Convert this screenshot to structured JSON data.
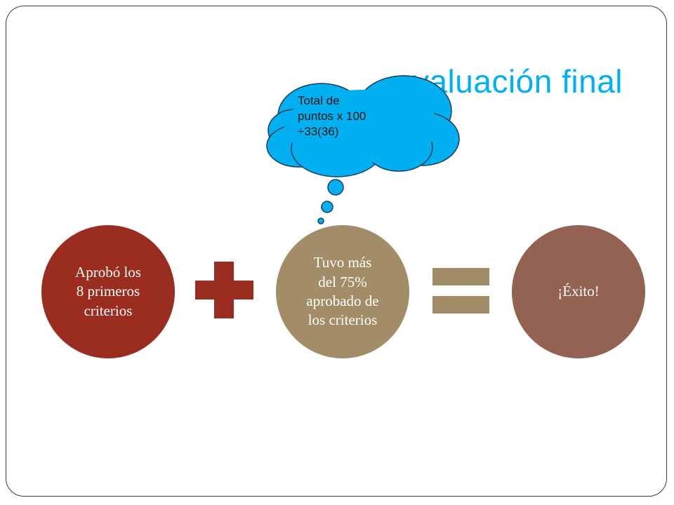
{
  "slide": {
    "title": "evaluación final",
    "title_color": "#00b0f0"
  },
  "diagram": {
    "steps": [
      {
        "lines": [
          "Aprobó los",
          "8 primeros",
          "criterios"
        ],
        "color": "#9b2d20"
      },
      {
        "lines": [
          "Tuvo más",
          "del 75%",
          "aprobado de",
          "los criterios"
        ],
        "color": "#a38d68"
      },
      {
        "lines": [
          "¡Éxito!"
        ],
        "color": "#946253"
      }
    ],
    "operators": {
      "plus": {
        "symbol": "+",
        "color": "#9b2d20"
      },
      "equals": {
        "symbol": "=",
        "color": "#a38d68"
      }
    }
  },
  "callout": {
    "lines": [
      "Total de",
      "puntos x 100",
      "÷33(36)"
    ],
    "fill": "#00b0f0",
    "stroke": "#1f3a5a"
  }
}
